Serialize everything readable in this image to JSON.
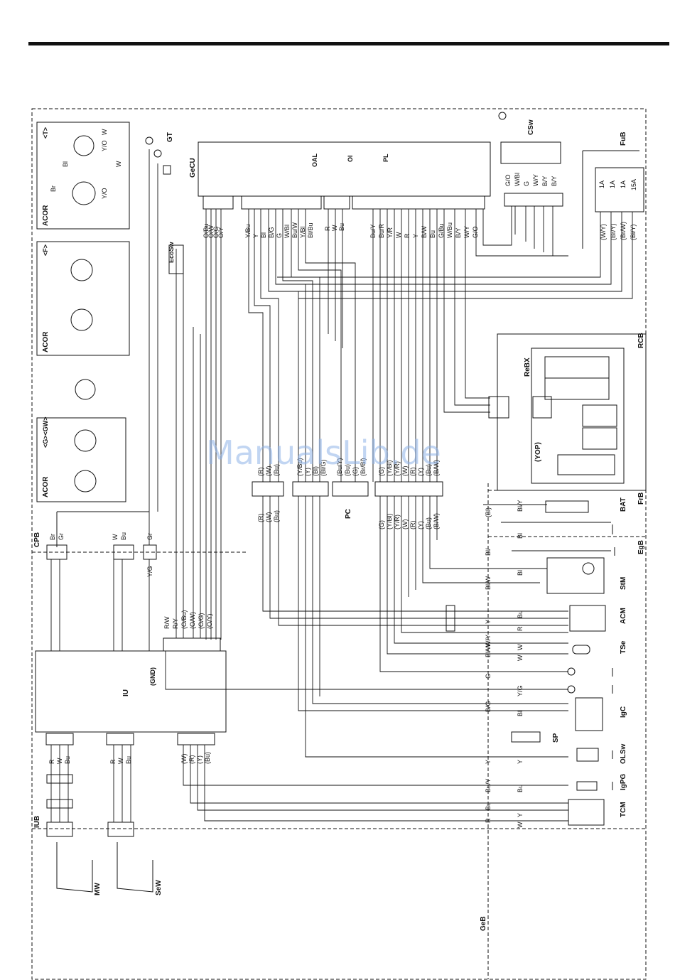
{
  "watermark": "ManualsLib.de",
  "blocks": {
    "ecu": "GeCU",
    "ecu_leds": [
      "OAL",
      "OI",
      "PL"
    ],
    "gt": "GT",
    "csw": "CSw",
    "fub": "FuB",
    "fuses": [
      "1A",
      "1A",
      "1A",
      "15A"
    ],
    "rcb": "RCB",
    "rebx": "ReBX",
    "yop": "(YOP)",
    "frb": "FrB",
    "egb": "EgB",
    "geb": "GeB",
    "cpb": "CPB",
    "iub": "IUB",
    "iu": "IU",
    "gnd": "(GND)",
    "pc": "PC",
    "ecosw": "EcoSw",
    "acor": [
      "ACOR",
      "ACOR",
      "ACOR"
    ],
    "acor_types": [
      "<T>",
      "<F>",
      "<G><GW>"
    ]
  },
  "components": [
    "BAT",
    "StM",
    "ACM",
    "TSe",
    "IgC",
    "SP",
    "OLSw",
    "IgPG",
    "TCM",
    "MW",
    "SeW"
  ],
  "ecu_pins": {
    "left": [
      "O/Bu",
      "O/W",
      "O/G",
      "O/Y"
    ],
    "mid": [
      "Y/Bu",
      "Y",
      "Bl",
      "B/G",
      "G",
      "W/Bl",
      "Bu/W",
      "Y/Bl",
      "Bl/Bu"
    ],
    "mid2": [
      "R",
      "W",
      "Bu"
    ],
    "right": [
      "Bu/Y",
      "Bu/R",
      "Y/R",
      "W",
      "R",
      "Y",
      "B/W",
      "Bu",
      "G/Bu",
      "W/Bu",
      "B/Y",
      "W/Y",
      "G/O"
    ]
  },
  "csw_pins": [
    "G/O",
    "W/Bl",
    "G",
    "W/Y",
    "B/Y",
    "B/Y"
  ],
  "fub_wires": [
    "(W/Y)",
    "(Br/Y)",
    "(Br/W)",
    "(Bl/Y)"
  ],
  "right_wires": [
    "Bl/Y",
    "(Bl)",
    "Bl",
    "Bl/",
    "Bl",
    "Bl/W",
    "Bu",
    "Y",
    "R",
    "W/Y",
    "W",
    "Bl/W",
    "W",
    "G",
    "Y/G",
    "B/G",
    "Bl",
    "Y",
    "Y",
    "Bu/Y",
    "Bu",
    "Bu",
    "Y",
    "R",
    "W"
  ],
  "connector_labels": {
    "c1": [
      "(R)",
      "(W)",
      "(Bu)"
    ],
    "c2": [
      "(Y/Bu)",
      "(Y)",
      "(Bl)",
      "(Bl/G)"
    ],
    "c3": [
      "(Bu/Y)",
      "(Bu)",
      "(G)",
      "(Br/Bl)"
    ],
    "c4": [
      "(G)",
      "(Y/Bl)",
      "(Y/R)",
      "(W)",
      "(R)",
      "(Y)",
      "(Bu)",
      "(B/W)"
    ]
  },
  "acor_pins": [
    "W",
    "Y/O",
    "W",
    "Bl",
    "Br",
    "Y/O"
  ],
  "iu_top": [
    "R/W",
    "R/Y",
    "(O/Bu)",
    "(O/W)",
    "(O/G)",
    "(O/Y)"
  ],
  "iu_bottom": [
    "R",
    "W",
    "Bu",
    "R",
    "W",
    "Bu",
    "(W)",
    "(R)",
    "(Y)",
    "(Bu)"
  ],
  "cpb_pins": [
    "Br",
    "Gr",
    "W",
    "Bu",
    "Gr",
    "Y/G",
    "R",
    "W",
    "Bu",
    "Gr"
  ]
}
